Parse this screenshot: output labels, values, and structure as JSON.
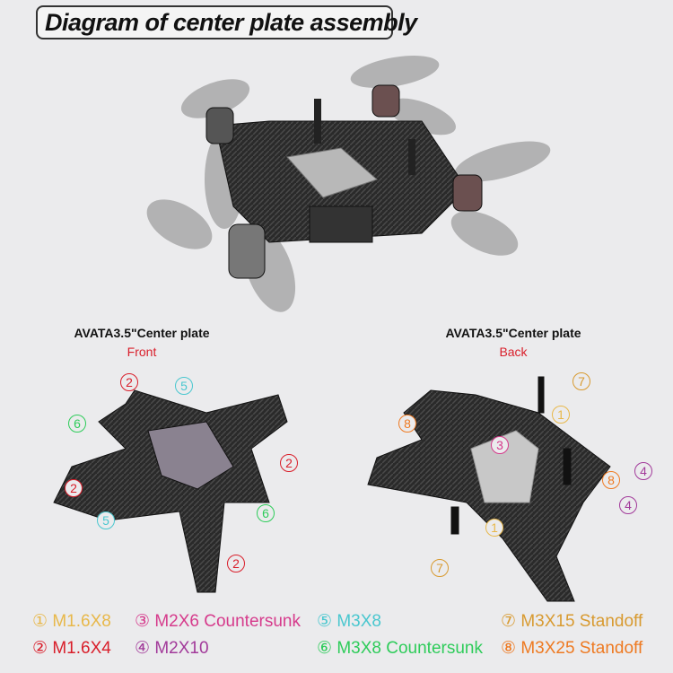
{
  "title": "Diagram of center plate assembly",
  "front_panel": {
    "title": "AVATA3.5\"Center plate",
    "subtitle": "Front"
  },
  "back_panel": {
    "title": "AVATA3.5\"Center plate",
    "subtitle": "Back"
  },
  "colors": {
    "1": "#e8b84a",
    "2": "#d91e2a",
    "3": "#d63b8c",
    "4": "#a23a9a",
    "5": "#49c7cf",
    "6": "#2ecc5a",
    "7": "#d89a30",
    "8": "#ee7a22"
  },
  "legend": [
    {
      "num": "1",
      "mark": "①",
      "label": "M1.6X8"
    },
    {
      "num": "2",
      "mark": "②",
      "label": "M1.6X4"
    },
    {
      "num": "3",
      "mark": "③",
      "label": "M2X6 Countersunk"
    },
    {
      "num": "4",
      "mark": "④",
      "label": "M2X10"
    },
    {
      "num": "5",
      "mark": "⑤",
      "label": "M3X8"
    },
    {
      "num": "6",
      "mark": "⑥",
      "label": "M3X8 Countersunk"
    },
    {
      "num": "7",
      "mark": "⑦",
      "label": "M3X15 Standoff"
    },
    {
      "num": "8",
      "mark": "⑧",
      "label": "M3X25 Standoff"
    }
  ],
  "front_callouts": [
    "2",
    "5",
    "6",
    "2",
    "2",
    "6",
    "5",
    "2"
  ],
  "back_callouts": [
    "7",
    "8",
    "1",
    "3",
    "4",
    "8",
    "4",
    "1",
    "7"
  ]
}
